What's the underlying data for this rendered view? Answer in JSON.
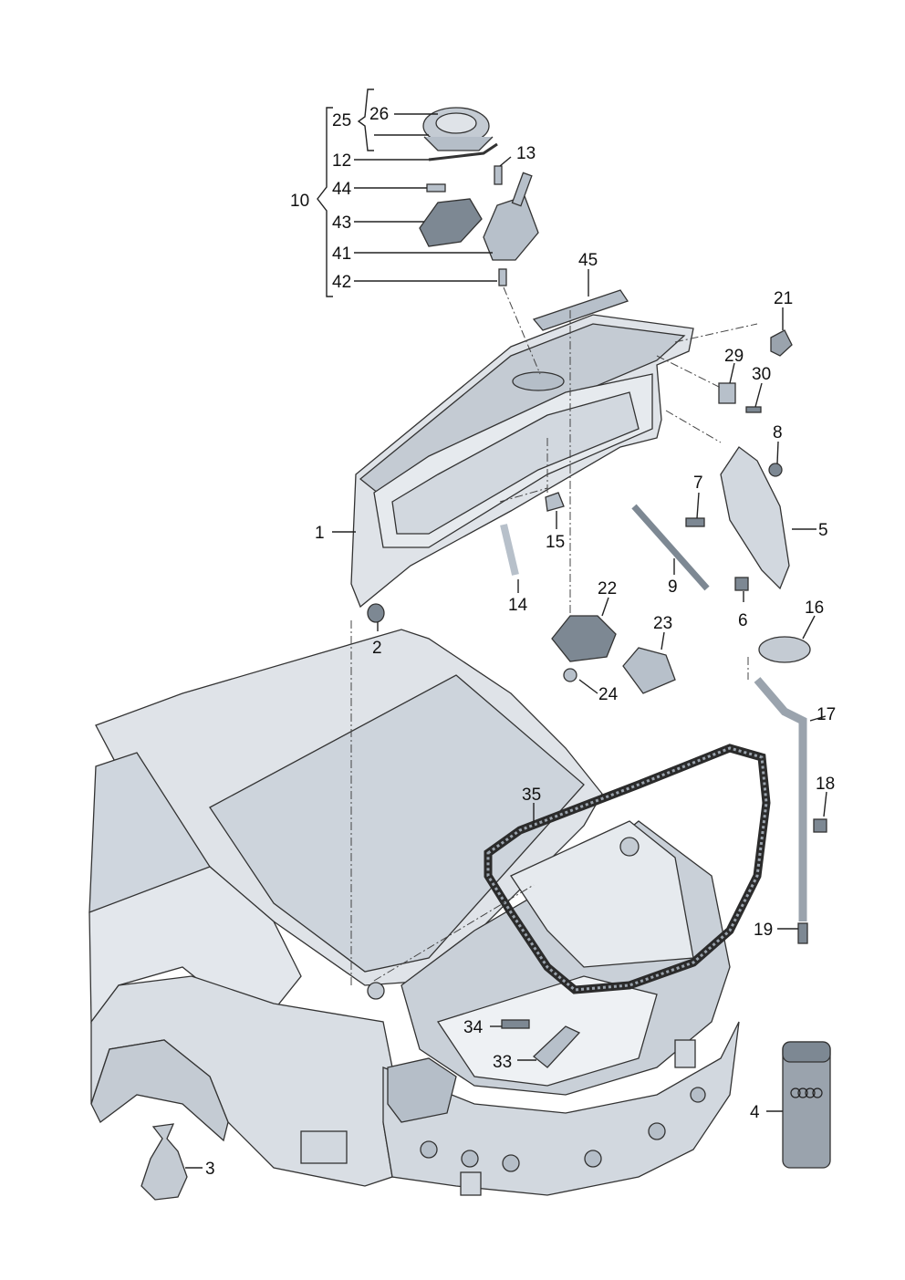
{
  "labels": {
    "p1": "1",
    "p2": "2",
    "p3": "3",
    "p4": "4",
    "p5": "5",
    "p6": "6",
    "p7": "7",
    "p8": "8",
    "p9": "9",
    "p10": "10",
    "p12": "12",
    "p13": "13",
    "p14": "14",
    "p15": "15",
    "p16": "16",
    "p17": "17",
    "p18": "18",
    "p19": "19",
    "p21": "21",
    "p22": "22",
    "p23": "23",
    "p24": "24",
    "p25": "25",
    "p26": "26",
    "p29": "29",
    "p30": "30",
    "p33": "33",
    "p34": "34",
    "p35": "35",
    "p41": "41",
    "p42": "42",
    "p43": "43",
    "p44": "44",
    "p45": "45"
  },
  "colors": {
    "body": "#dfe3e8",
    "body_shade": "#c4cbd3",
    "part": "#b7c0ca",
    "part_dark": "#7d8893",
    "glass": "#cdd4dc",
    "seal": "#2b2b2b",
    "can": "#9aa3ad"
  }
}
